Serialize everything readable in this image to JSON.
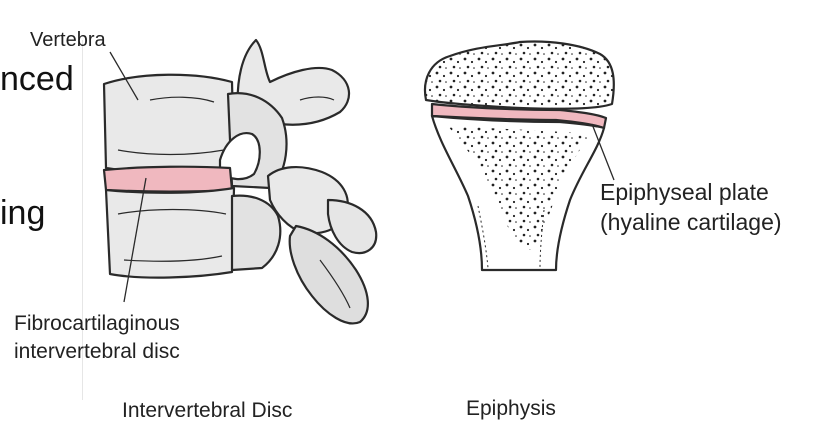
{
  "slide_fragments": [
    "nced",
    "ing"
  ],
  "labels": {
    "vertebra": "Vertebra",
    "fibro_line1": "Fibrocartilaginous",
    "fibro_line2": "intervertebral disc",
    "epiphyseal_line1": "Epiphyseal plate",
    "epiphyseal_line2": "(hyaline cartilage)"
  },
  "captions": {
    "disc": "Intervertebral Disc",
    "epiphysis": "Epiphysis"
  },
  "colors": {
    "cartilage": "#f0b8bf",
    "bone_fill": "#e9e9e9",
    "outline": "#2a2a2a"
  }
}
